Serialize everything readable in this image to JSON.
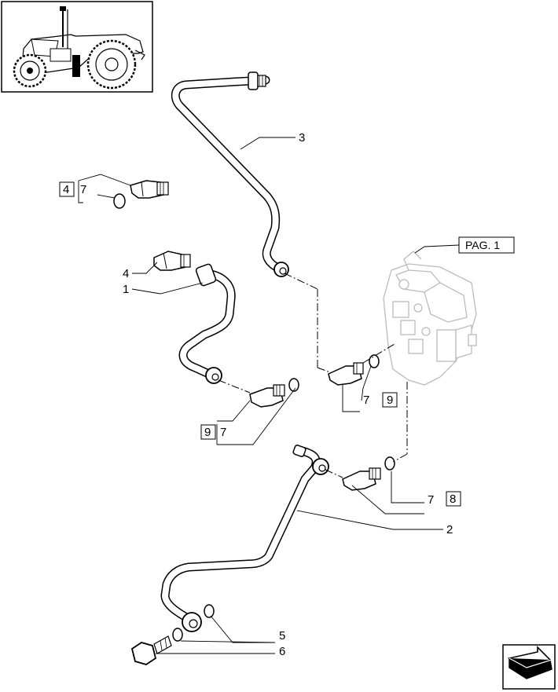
{
  "callouts": {
    "c1": "1",
    "c2": "2",
    "c3": "3",
    "c4a": "4",
    "c4b": "4",
    "c5": "5",
    "c6": "6",
    "c7a": "7",
    "c7b": "7",
    "c7c": "7",
    "c7d": "7",
    "c8": "8",
    "c9a": "9",
    "c9b": "9"
  },
  "page_ref": "PAG. 1",
  "icons": {
    "thumbnail": "tractor-thumbnail",
    "nav": "next-page-arrow-icon"
  }
}
